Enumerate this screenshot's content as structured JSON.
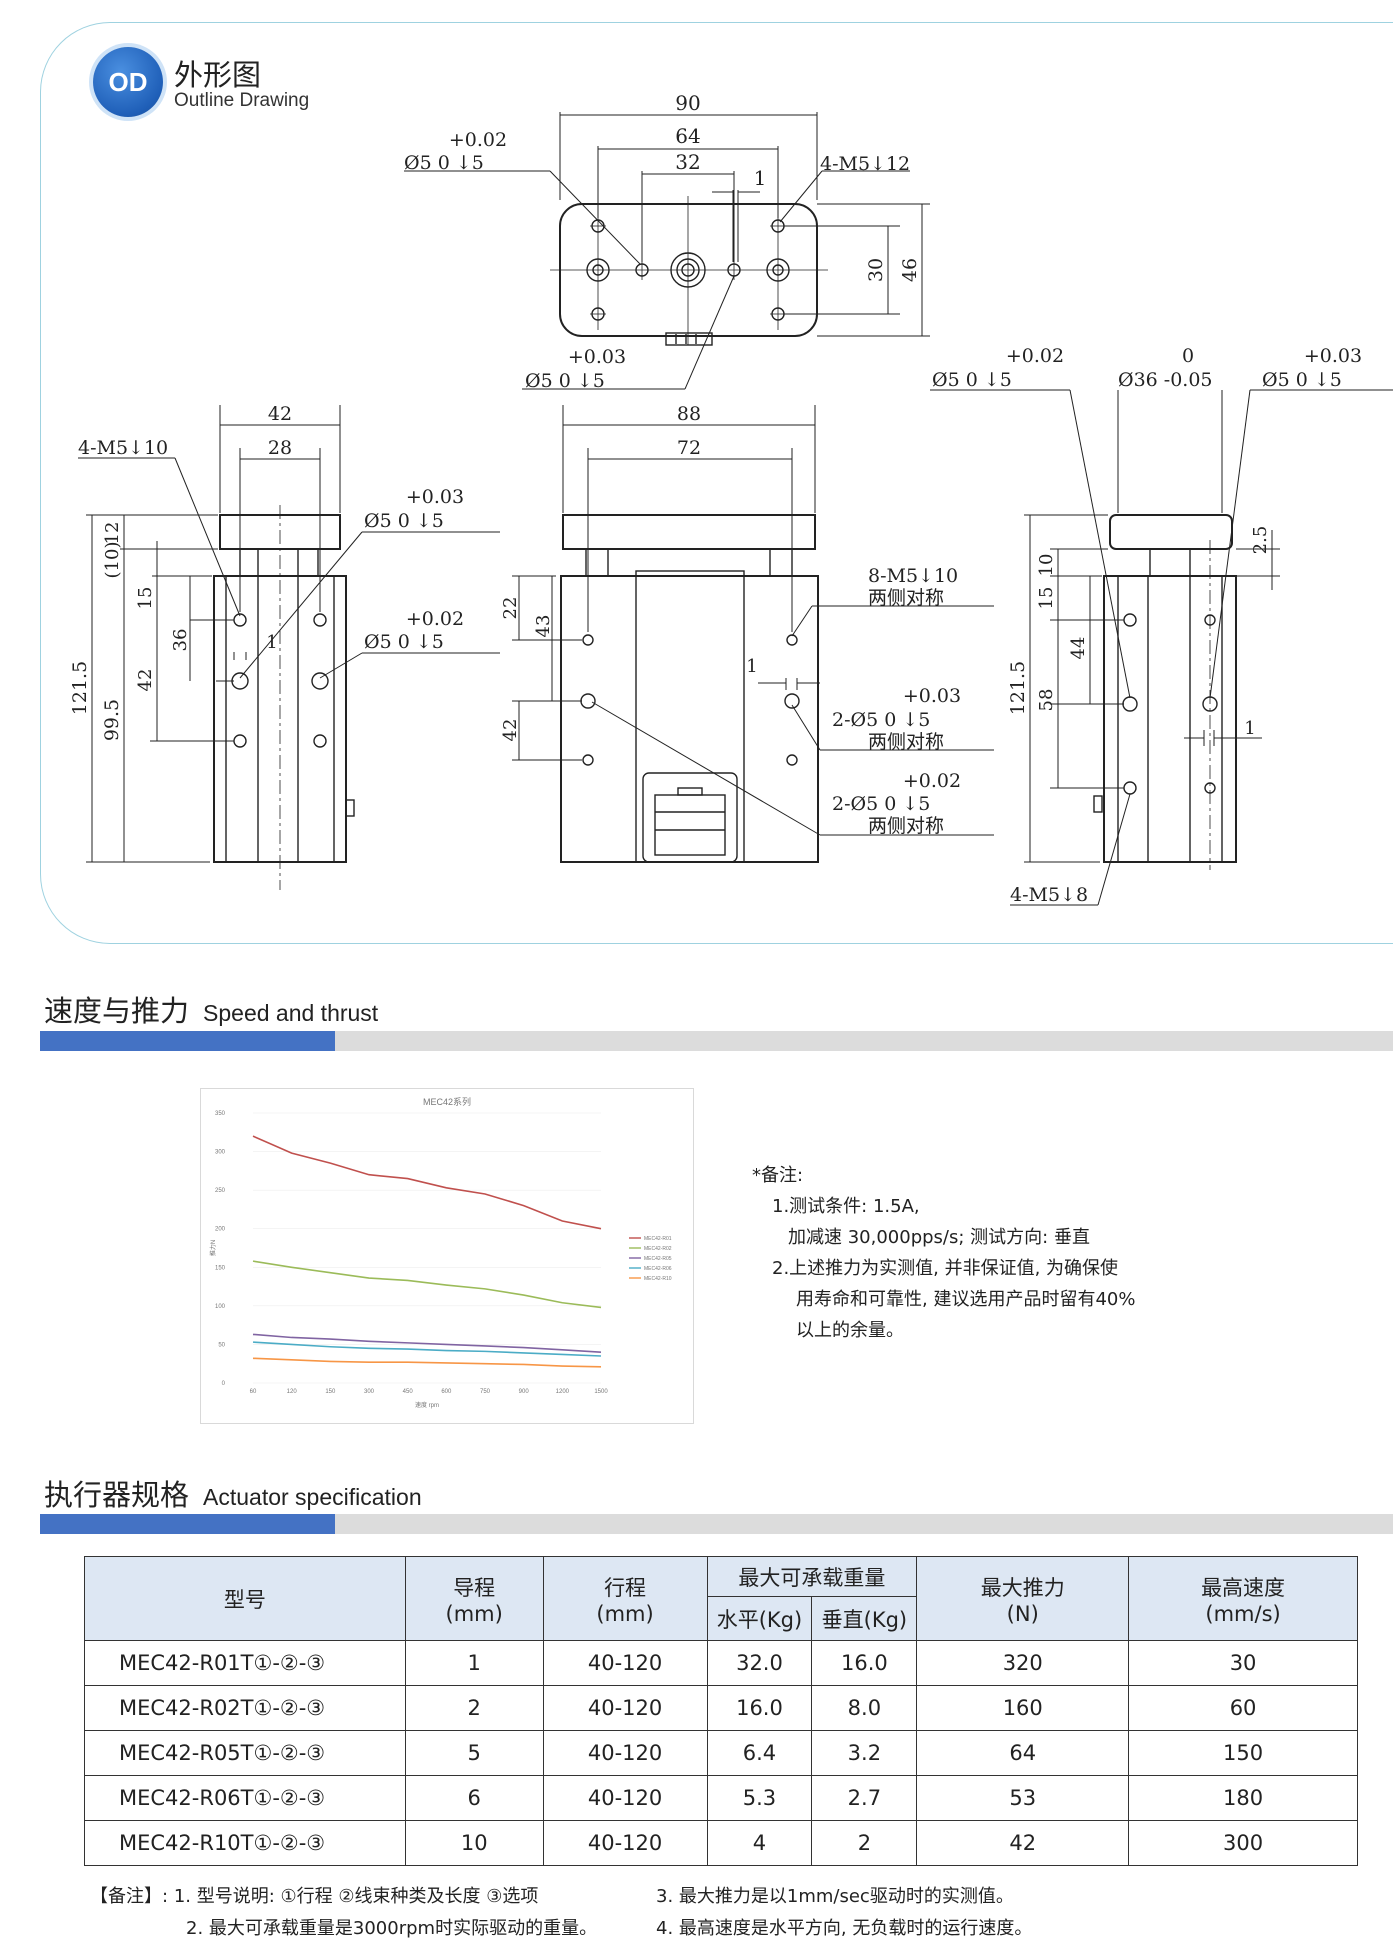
{
  "outline": {
    "badge": "OD",
    "title_cn": "外形图",
    "title_en": "Outline Drawing",
    "dims": {
      "top_90": "90",
      "top_64": "64",
      "top_32": "32",
      "top_1": "1",
      "top_4m5": "4-M5↓12",
      "top_tol1_plus": "+0.02",
      "top_tol1_phi": "Ø5  0  ↓5",
      "top_30": "30",
      "top_46": "46",
      "top_tol2_plus": "+0.03",
      "top_tol2_phi": "Ø5  0  ↓5",
      "left_42": "42",
      "left_28": "28",
      "left_4m5": "4-M5↓10",
      "left_tol1_plus": "+0.03",
      "left_tol1_phi": "Ø5  0  ↓5",
      "left_tol2_plus": "+0.02",
      "left_tol2_phi": "Ø5  0  ↓5",
      "left_10": "(10)",
      "left_12": "12",
      "left_15": "15",
      "left_36": "36",
      "left_1": "1",
      "left_42v": "42",
      "left_1215": "121.5",
      "left_995": "99.5",
      "mid_88": "88",
      "mid_72": "72",
      "mid_22": "22",
      "mid_43": "43",
      "mid_42": "42",
      "mid_1": "1",
      "mid_8m5": "8-M5↓10",
      "mid_both": "两侧对称",
      "mid_tol1_plus": "+0.03",
      "mid_tol1_phi": "2-Ø5  0  ↓5",
      "mid_both2": "两侧对称",
      "mid_tol2_plus": "+0.02",
      "mid_tol2_phi": "2-Ø5  0  ↓5",
      "mid_both3": "两侧对称",
      "right_tol1_plus": "+0.02",
      "right_tol1_phi": "Ø5  0  ↓5",
      "right_0": "0",
      "right_36": "Ø36 -0.05",
      "right_tol2_plus": "+0.03",
      "right_tol2_phi": "Ø5  0  ↓5",
      "right_25": "2.5",
      "right_1215": "121.5",
      "right_15": "15",
      "right_10": "10",
      "right_44": "44",
      "right_58": "58",
      "right_1": "1",
      "right_4m5": "4-M5↓8"
    }
  },
  "speed": {
    "title_cn": "速度与推力",
    "title_en": "Speed and thrust",
    "notes": [
      "*备注:",
      "1.测试条件: 1.5A,",
      "加减速 30,000pps/s; 测试方向: 垂直",
      "2.上述推力为实测值, 并非保证值, 为确保使",
      "用寿命和可靠性, 建议选用产品时留有40%",
      "以上的余量。"
    ]
  },
  "chart_data": {
    "type": "line",
    "title": "MEC42系列",
    "xlabel": "速度 rpm",
    "ylabel": "推力N",
    "categories": [
      "60",
      "120",
      "150",
      "300",
      "450",
      "600",
      "750",
      "900",
      "1200",
      "1500"
    ],
    "ylim": [
      0,
      350
    ],
    "yticks": [
      "0",
      "50",
      "100",
      "150",
      "200",
      "250",
      "300",
      "350"
    ],
    "legend_position": "right",
    "series": [
      {
        "name": "MEC42-R01",
        "color": "#c0504d",
        "values": [
          320,
          298,
          285,
          270,
          265,
          253,
          245,
          230,
          210,
          200
        ]
      },
      {
        "name": "MEC42-R02",
        "color": "#9bbb59",
        "values": [
          158,
          150,
          143,
          136,
          133,
          127,
          122,
          114,
          104,
          98
        ]
      },
      {
        "name": "MEC42-R05",
        "color": "#8064a2",
        "values": [
          63,
          59,
          57,
          54,
          52,
          50,
          48,
          46,
          43,
          40
        ]
      },
      {
        "name": "MEC42-R06",
        "color": "#4bacc6",
        "values": [
          53,
          50,
          47,
          45,
          44,
          42,
          41,
          39,
          37,
          35
        ]
      },
      {
        "name": "MEC42-R10",
        "color": "#f79646",
        "values": [
          32,
          30,
          28,
          27,
          27,
          26,
          25,
          24,
          22,
          21
        ]
      }
    ]
  },
  "spec": {
    "title_cn": "执行器规格",
    "title_en": "Actuator specification",
    "headers": {
      "model": "型号",
      "lead": "导程",
      "lead_unit": "(mm)",
      "stroke": "行程",
      "stroke_unit": "(mm)",
      "load": "最大可承载重量",
      "load_h": "水平(Kg)",
      "load_v": "垂直(Kg)",
      "thrust": "最大推力",
      "thrust_unit": "(N)",
      "speed": "最高速度",
      "speed_unit": "(mm/s)"
    },
    "rows": [
      {
        "model": "MEC42-R01T①-②-③",
        "lead": "1",
        "stroke": "40-120",
        "h": "32.0",
        "v": "16.0",
        "thrust": "320",
        "speed": "30"
      },
      {
        "model": "MEC42-R02T①-②-③",
        "lead": "2",
        "stroke": "40-120",
        "h": "16.0",
        "v": "8.0",
        "thrust": "160",
        "speed": "60"
      },
      {
        "model": "MEC42-R05T①-②-③",
        "lead": "5",
        "stroke": "40-120",
        "h": "6.4",
        "v": "3.2",
        "thrust": "64",
        "speed": "150"
      },
      {
        "model": "MEC42-R06T①-②-③",
        "lead": "6",
        "stroke": "40-120",
        "h": "5.3",
        "v": "2.7",
        "thrust": "53",
        "speed": "180"
      },
      {
        "model": "MEC42-R10T①-②-③",
        "lead": "10",
        "stroke": "40-120",
        "h": "4",
        "v": "2",
        "thrust": "42",
        "speed": "300"
      }
    ],
    "notes": {
      "label": "【备注】:",
      "n1": "1. 型号说明: ①行程 ②线束种类及长度 ③选项",
      "n2": "2. 最大可承载重量是3000rpm时实际驱动的重量。",
      "n3": "3. 最大推力是以1mm/sec驱动时的实测值。",
      "n4": "4. 最高速度是水平方向, 无负载时的运行速度。"
    }
  }
}
